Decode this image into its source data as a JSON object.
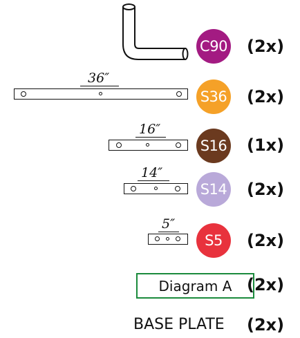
{
  "parts": [
    {
      "code": "C90",
      "qty": "(2x)",
      "color": "#a31b82",
      "dimension": ""
    },
    {
      "code": "S36",
      "qty": "(2x)",
      "color": "#f5a128",
      "dimension": "36″"
    },
    {
      "code": "S16",
      "qty": "(1x)",
      "color": "#6b3a1f",
      "dimension": "16″"
    },
    {
      "code": "S14",
      "qty": "(2x)",
      "color": "#b9a9d9",
      "dimension": "14″"
    },
    {
      "code": "S5",
      "qty": "(2x)",
      "color": "#e8323d",
      "dimension": "5″"
    }
  ],
  "diagram_a": {
    "label": "Diagram A",
    "qty": "(2x)",
    "border_color": "#1a8a3c"
  },
  "base_plate": {
    "label": "BASE PLATE",
    "qty": "(2x)"
  }
}
